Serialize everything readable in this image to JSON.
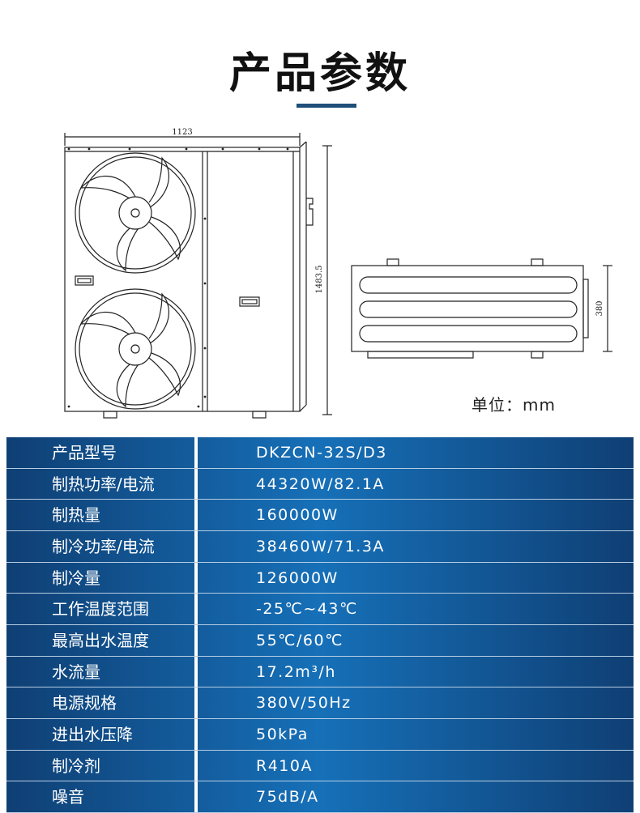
{
  "page": {
    "title": "产品参数",
    "accent_color": "#1f4e79",
    "row_color": "#1466aa"
  },
  "drawing": {
    "width_dim": "1123",
    "height_dim": "1483.5",
    "depth_dim": "380",
    "unit_label": "单位：mm"
  },
  "specs": [
    {
      "label": "产品型号",
      "value": "DKZCN-32S/D3"
    },
    {
      "label": "制热功率/电流",
      "value": "44320W/82.1A"
    },
    {
      "label": "制热量",
      "value": "160000W"
    },
    {
      "label": "制冷功率/电流",
      "value": "38460W/71.3A"
    },
    {
      "label": "制冷量",
      "value": "126000W"
    },
    {
      "label": "工作温度范围",
      "value": "-25℃~43℃"
    },
    {
      "label": "最高出水温度",
      "value": "55℃/60℃"
    },
    {
      "label": "水流量",
      "value": "17.2m³/h"
    },
    {
      "label": "电源规格",
      "value": "380V/50Hz"
    },
    {
      "label": "进出水压降",
      "value": "50kPa"
    },
    {
      "label": "制冷剂",
      "value": "R410A"
    },
    {
      "label": "噪音",
      "value": "75dB/A"
    }
  ]
}
